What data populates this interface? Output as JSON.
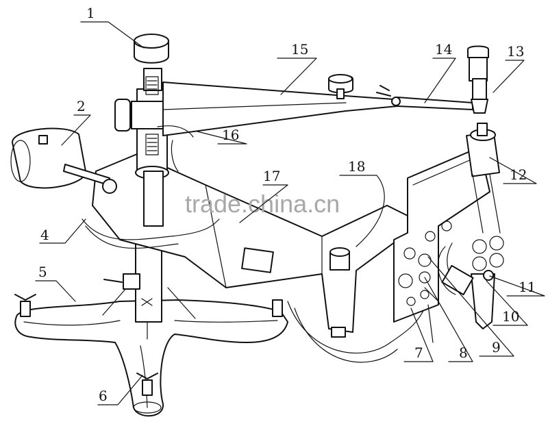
{
  "watermark": "trade.china.cn",
  "callouts": [
    "1",
    "2",
    "4",
    "5",
    "6",
    "7",
    "8",
    "9",
    "10",
    "11",
    "12",
    "13",
    "14",
    "15",
    "16",
    "17",
    "18"
  ],
  "colors": {
    "line": "#111111",
    "background": "#ffffff",
    "watermark": "#a8a8a8"
  }
}
